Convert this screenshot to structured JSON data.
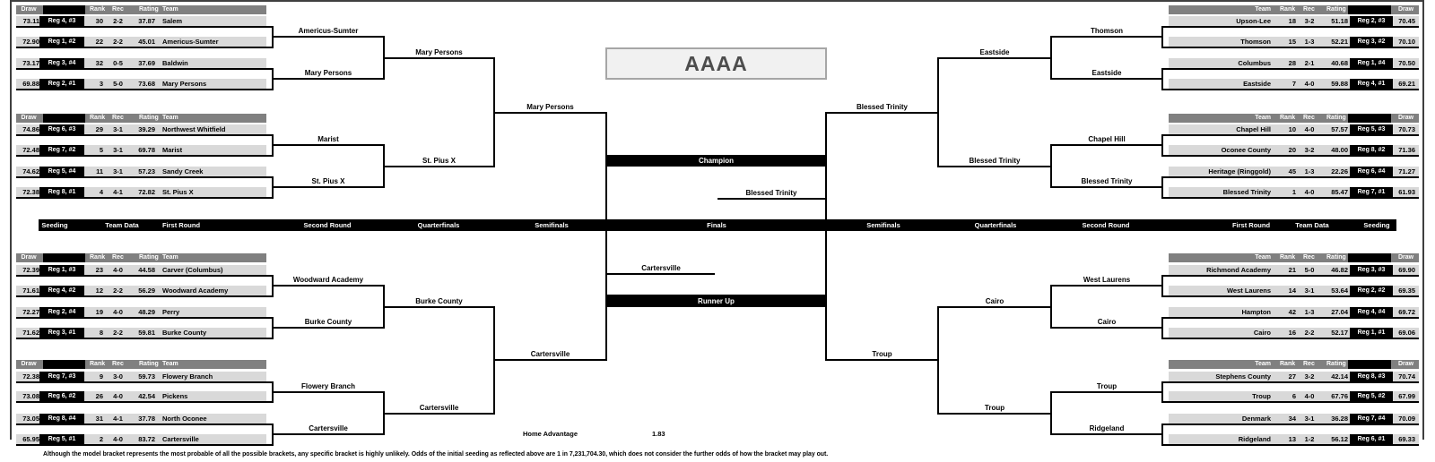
{
  "classification": "AAAA",
  "columns": {
    "draw": "Draw",
    "rank": "Rank",
    "rec": "Rec",
    "rating": "Rating",
    "team": "Team"
  },
  "round_bar": [
    "Seeding",
    "Team Data",
    "First Round",
    "Second Round",
    "Quarterfinals",
    "Semifinals",
    "Finals",
    "Semifinals",
    "Quarterfinals",
    "Second Round",
    "First Round",
    "Team Data",
    "Seeding"
  ],
  "tables": [
    {
      "side": "left",
      "rows": [
        {
          "draw": "73.11",
          "seed": "Reg 4, #3",
          "rank": "30",
          "rec": "2-2",
          "rating": "37.87",
          "team": "Salem"
        },
        {
          "draw": "72.90",
          "seed": "Reg 1, #2",
          "rank": "22",
          "rec": "2-2",
          "rating": "45.01",
          "team": "Americus-Sumter"
        },
        {
          "draw": "73.17",
          "seed": "Reg 3, #4",
          "rank": "32",
          "rec": "0-5",
          "rating": "37.69",
          "team": "Baldwin"
        },
        {
          "draw": "69.88",
          "seed": "Reg 2, #1",
          "rank": "3",
          "rec": "5-0",
          "rating": "73.68",
          "team": "Mary Persons"
        }
      ]
    },
    {
      "side": "left",
      "rows": [
        {
          "draw": "74.86",
          "seed": "Reg 6, #3",
          "rank": "29",
          "rec": "3-1",
          "rating": "39.29",
          "team": "Northwest Whitfield"
        },
        {
          "draw": "72.48",
          "seed": "Reg 7, #2",
          "rank": "5",
          "rec": "3-1",
          "rating": "69.78",
          "team": "Marist"
        },
        {
          "draw": "74.62",
          "seed": "Reg 5, #4",
          "rank": "11",
          "rec": "3-1",
          "rating": "57.23",
          "team": "Sandy Creek"
        },
        {
          "draw": "72.38",
          "seed": "Reg 8, #1",
          "rank": "4",
          "rec": "4-1",
          "rating": "72.82",
          "team": "St. Pius X"
        }
      ]
    },
    {
      "side": "left",
      "rows": [
        {
          "draw": "72.39",
          "seed": "Reg 1, #3",
          "rank": "23",
          "rec": "4-0",
          "rating": "44.58",
          "team": "Carver (Columbus)"
        },
        {
          "draw": "71.61",
          "seed": "Reg 4, #2",
          "rank": "12",
          "rec": "2-2",
          "rating": "56.29",
          "team": "Woodward Academy"
        },
        {
          "draw": "72.27",
          "seed": "Reg 2, #4",
          "rank": "19",
          "rec": "4-0",
          "rating": "48.29",
          "team": "Perry"
        },
        {
          "draw": "71.62",
          "seed": "Reg 3, #1",
          "rank": "8",
          "rec": "2-2",
          "rating": "59.81",
          "team": "Burke County"
        }
      ]
    },
    {
      "side": "left",
      "rows": [
        {
          "draw": "72.38",
          "seed": "Reg 7, #3",
          "rank": "9",
          "rec": "3-0",
          "rating": "59.73",
          "team": "Flowery Branch"
        },
        {
          "draw": "73.08",
          "seed": "Reg 6, #2",
          "rank": "26",
          "rec": "4-0",
          "rating": "42.54",
          "team": "Pickens"
        },
        {
          "draw": "73.05",
          "seed": "Reg 8, #4",
          "rank": "31",
          "rec": "4-1",
          "rating": "37.78",
          "team": "North Oconee"
        },
        {
          "draw": "65.95",
          "seed": "Reg 5, #1",
          "rank": "2",
          "rec": "4-0",
          "rating": "83.72",
          "team": "Cartersville"
        }
      ]
    },
    {
      "side": "right",
      "rows": [
        {
          "draw": "70.45",
          "seed": "Reg 2, #3",
          "rank": "18",
          "rec": "3-2",
          "rating": "51.18",
          "team": "Upson-Lee"
        },
        {
          "draw": "70.10",
          "seed": "Reg 3, #2",
          "rank": "15",
          "rec": "1-3",
          "rating": "52.21",
          "team": "Thomson"
        },
        {
          "draw": "70.50",
          "seed": "Reg 1, #4",
          "rank": "28",
          "rec": "2-1",
          "rating": "40.68",
          "team": "Columbus"
        },
        {
          "draw": "69.21",
          "seed": "Reg 4, #1",
          "rank": "7",
          "rec": "4-0",
          "rating": "59.88",
          "team": "Eastside"
        }
      ]
    },
    {
      "side": "right",
      "rows": [
        {
          "draw": "70.73",
          "seed": "Reg 5, #3",
          "rank": "10",
          "rec": "4-0",
          "rating": "57.57",
          "team": "Chapel Hill"
        },
        {
          "draw": "71.36",
          "seed": "Reg 8, #2",
          "rank": "20",
          "rec": "3-2",
          "rating": "48.00",
          "team": "Oconee County"
        },
        {
          "draw": "71.27",
          "seed": "Reg 6, #4",
          "rank": "45",
          "rec": "1-3",
          "rating": "22.26",
          "team": "Heritage (Ringgold)"
        },
        {
          "draw": "61.93",
          "seed": "Reg 7, #1",
          "rank": "1",
          "rec": "4-0",
          "rating": "85.47",
          "team": "Blessed Trinity"
        }
      ]
    },
    {
      "side": "right",
      "rows": [
        {
          "draw": "69.90",
          "seed": "Reg 3, #3",
          "rank": "21",
          "rec": "5-0",
          "rating": "46.82",
          "team": "Richmond Academy"
        },
        {
          "draw": "69.35",
          "seed": "Reg 2, #2",
          "rank": "14",
          "rec": "3-1",
          "rating": "53.64",
          "team": "West Laurens"
        },
        {
          "draw": "69.72",
          "seed": "Reg 4, #4",
          "rank": "42",
          "rec": "1-3",
          "rating": "27.04",
          "team": "Hampton"
        },
        {
          "draw": "69.06",
          "seed": "Reg 1, #1",
          "rank": "16",
          "rec": "2-2",
          "rating": "52.17",
          "team": "Cairo"
        }
      ]
    },
    {
      "side": "right",
      "rows": [
        {
          "draw": "70.74",
          "seed": "Reg 8, #3",
          "rank": "27",
          "rec": "3-2",
          "rating": "42.14",
          "team": "Stephens County"
        },
        {
          "draw": "67.99",
          "seed": "Reg 5, #2",
          "rank": "6",
          "rec": "4-0",
          "rating": "67.76",
          "team": "Troup"
        },
        {
          "draw": "70.09",
          "seed": "Reg 7, #4",
          "rank": "34",
          "rec": "3-1",
          "rating": "36.28",
          "team": "Denmark"
        },
        {
          "draw": "69.33",
          "seed": "Reg 6, #1",
          "rank": "13",
          "rec": "1-2",
          "rating": "56.12",
          "team": "Ridgeland"
        }
      ]
    }
  ],
  "advancement": {
    "left": {
      "first_round": [
        "Americus-Sumter",
        "Mary Persons",
        "Marist",
        "St. Pius X",
        "Woodward Academy",
        "Burke County",
        "Flowery Branch",
        "Cartersville"
      ],
      "second_round": [
        "Mary Persons",
        "St. Pius X",
        "Burke County",
        "Cartersville"
      ],
      "quarterfinals": [
        "Mary Persons",
        "Cartersville"
      ]
    },
    "right": {
      "first_round": [
        "Thomson",
        "Eastside",
        "Chapel Hill",
        "Blessed Trinity",
        "West Laurens",
        "Cairo",
        "Troup",
        "Ridgeland"
      ],
      "second_round": [
        "Eastside",
        "Blessed Trinity",
        "Cairo",
        "Troup"
      ],
      "quarterfinals": [
        "Blessed Trinity",
        "Troup"
      ]
    }
  },
  "finals": {
    "champion_bar": "Champion",
    "runner_up_bar": "Runner Up",
    "champion": "Blessed Trinity",
    "runner_up": "Cartersville"
  },
  "home_advantage": {
    "label": "Home Advantage",
    "value": "1.83"
  },
  "disclaimer": "Although the model bracket represents the most probable of all the possible brackets, any specific bracket is highly unlikely.  Odds of the initial seeding as reflected above are 1 in 7,231,704.30, which does not consider the further odds of how the bracket may play out."
}
